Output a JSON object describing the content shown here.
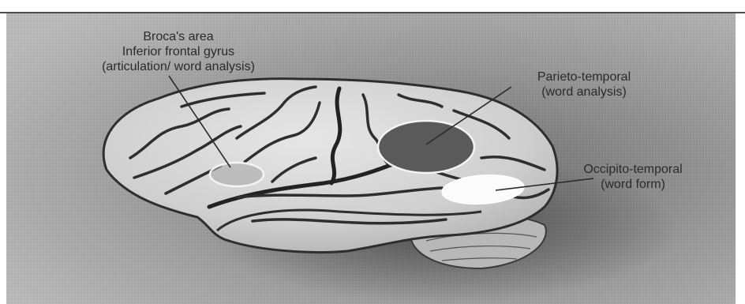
{
  "colors": {
    "background": "#8f8f8f",
    "brain_fill": "#d6d6d6",
    "sulcus_stroke": "#2e2e2e",
    "parieto_fill": "#5a5a5a",
    "occipito_fill": "#fbfbfb",
    "label_text": "#2a2a2a"
  },
  "labels": {
    "broca": {
      "line1": "Broca's area",
      "line2": "Inferior frontal gyrus",
      "line3": "(articulation/ word analysis)"
    },
    "parieto": {
      "line1": "Parieto-temporal",
      "line2": "(word analysis)"
    },
    "occipito": {
      "line1": "Occipito-temporal",
      "line2": "(word form)"
    }
  }
}
